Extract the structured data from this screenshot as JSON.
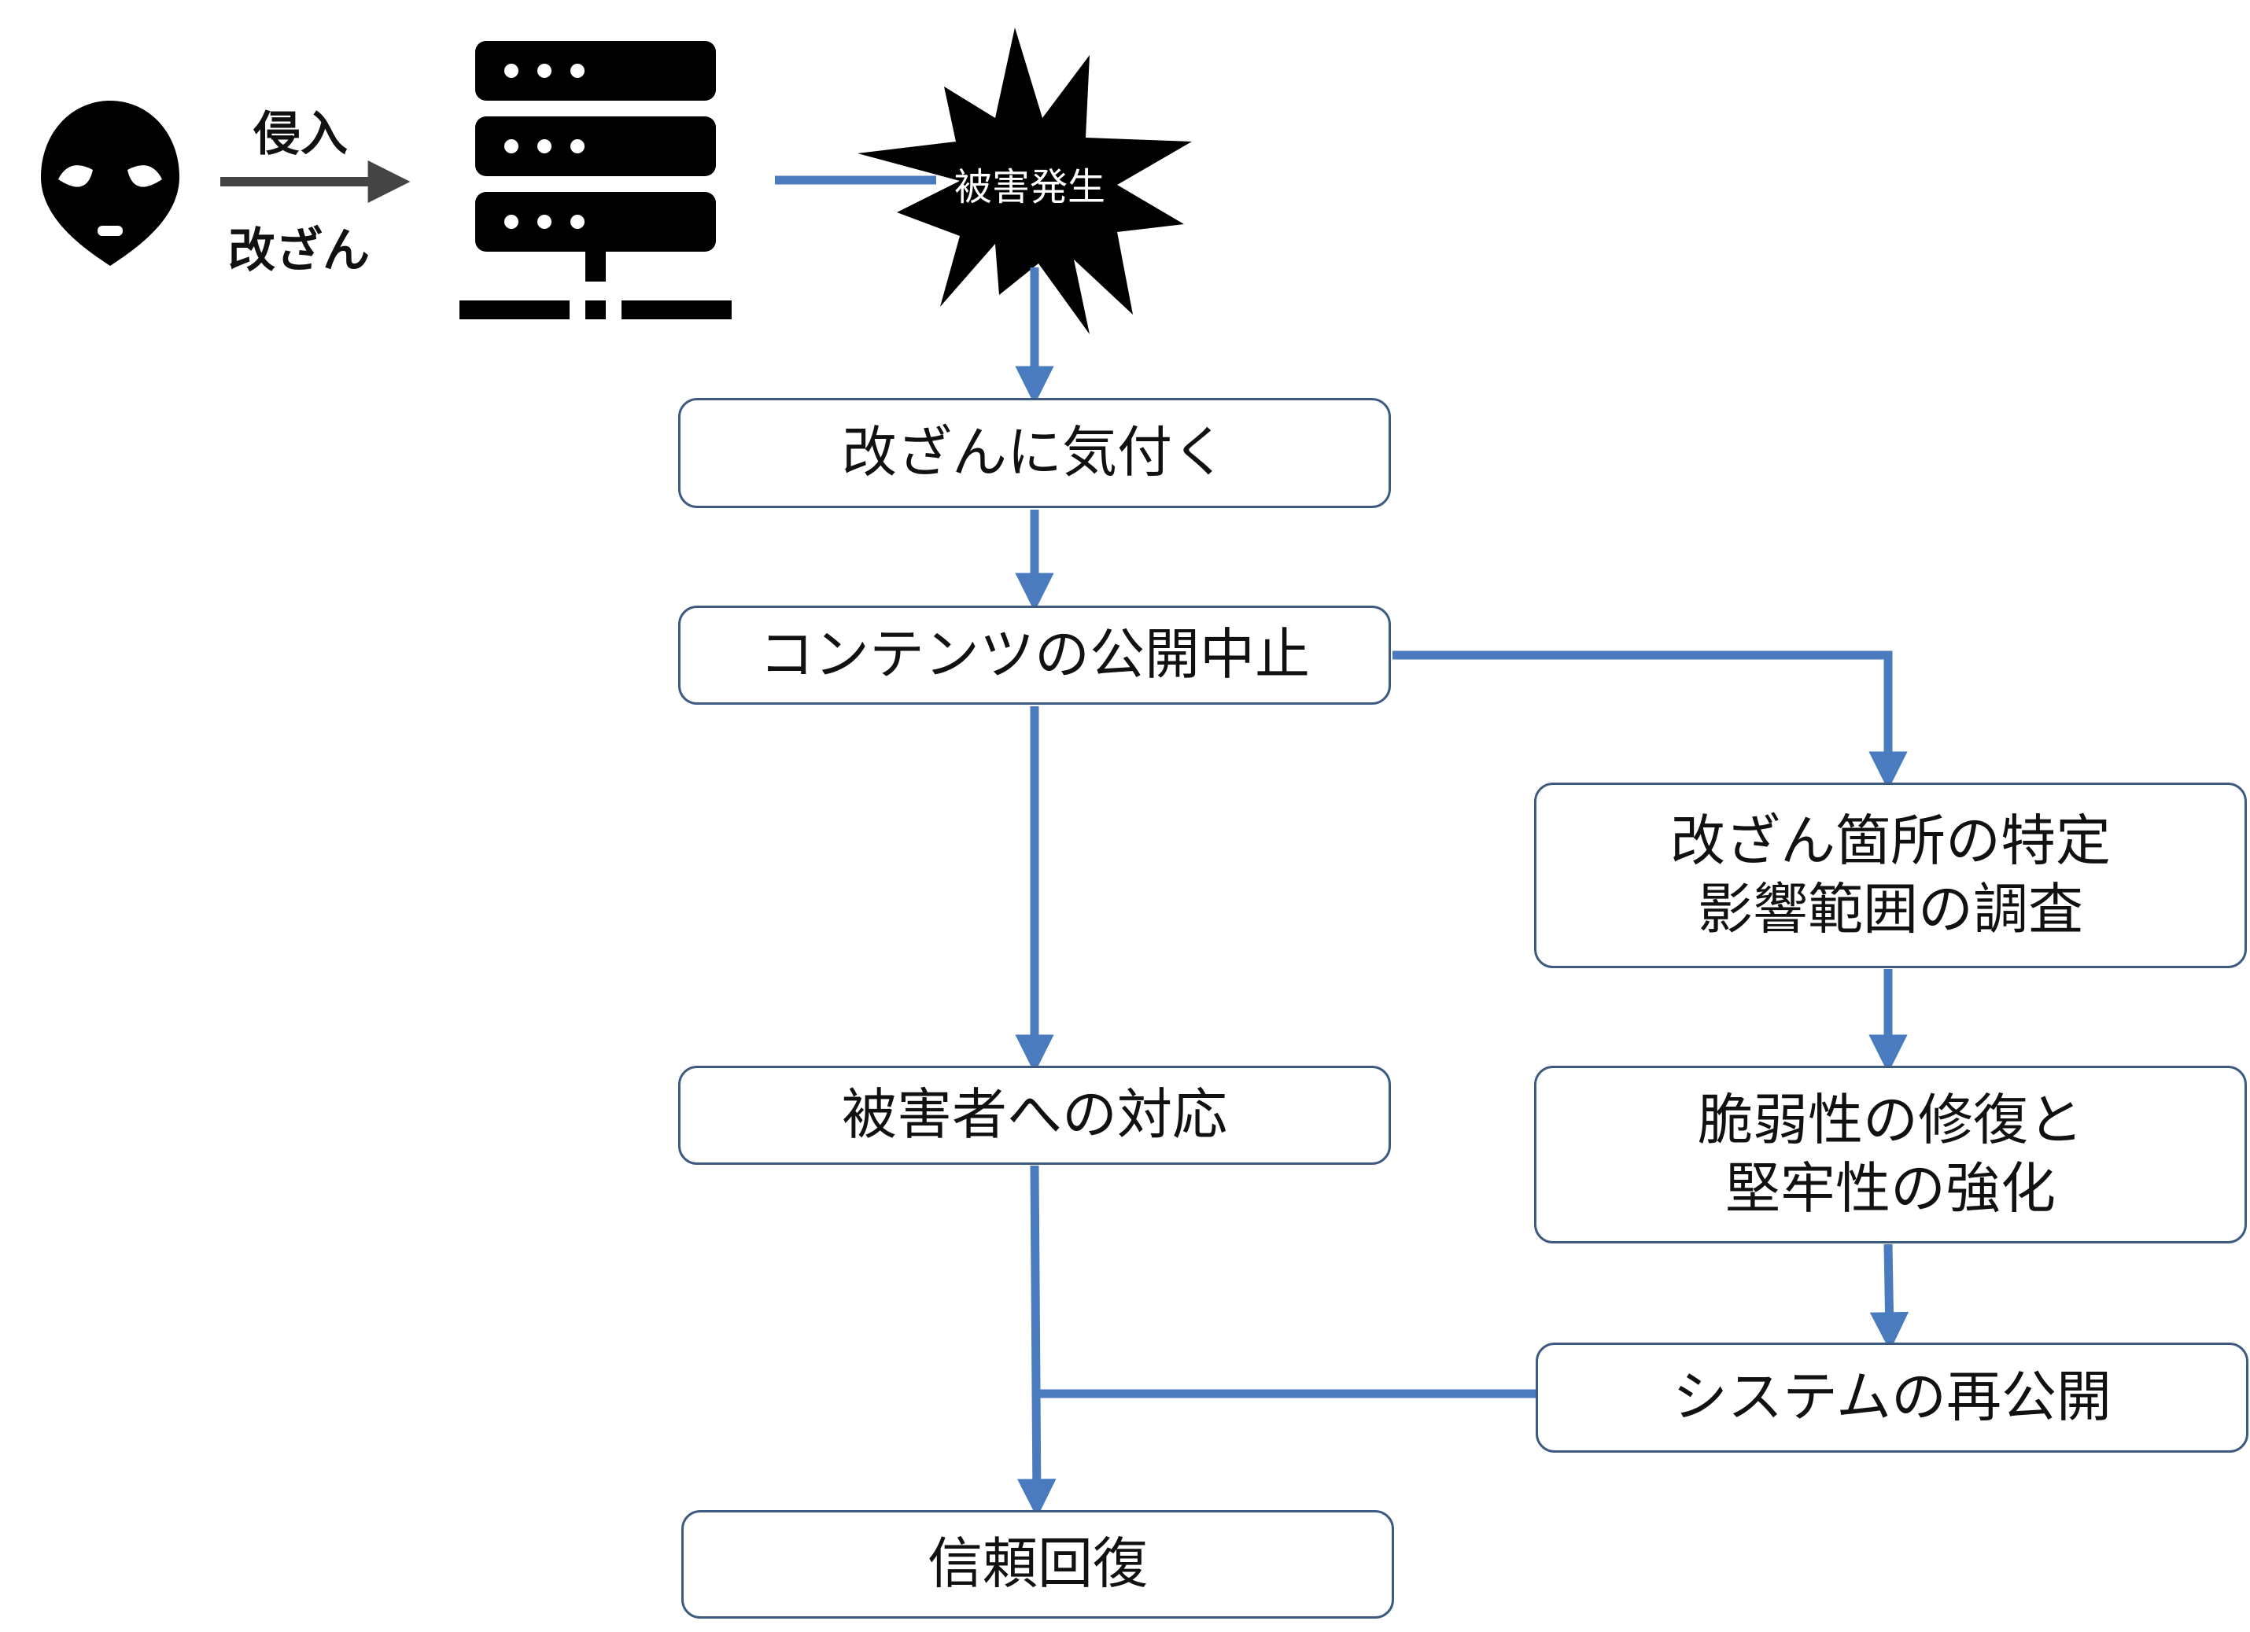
{
  "attack": {
    "line1": "侵入",
    "line2": "改ざん",
    "incident": "被害発生"
  },
  "flow": {
    "notice": "改ざんに気付く",
    "stop_publish": "コンテンツの公開中止",
    "identify_line1": "改ざん箇所の特定",
    "identify_line2": "影響範囲の調査",
    "victim_response": "被害者への対応",
    "fix_line1": "脆弱性の修復と",
    "fix_line2": "堅牢性の強化",
    "republish": "システムの再公開",
    "trust_recovery": "信頼回復"
  },
  "icons": {
    "attacker": "alien-icon",
    "server": "server-icon",
    "incident": "explosion-icon"
  },
  "colors": {
    "connector": "#4a7bbf",
    "box_border": "#3d5a80",
    "icon": "#000000",
    "arrow_gray": "#444444"
  }
}
